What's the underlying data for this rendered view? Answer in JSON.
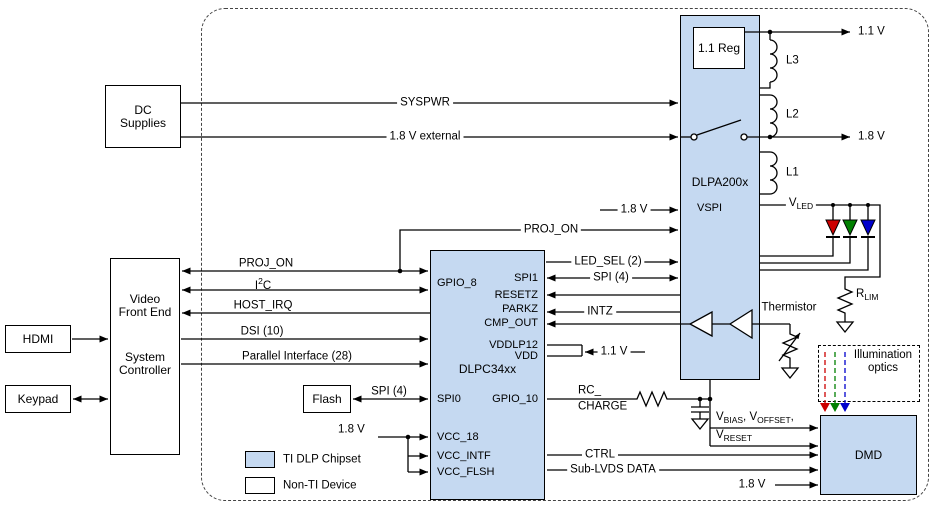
{
  "diagram": {
    "colors": {
      "chipset_fill": "#c5d9f1",
      "led_red": "#cc0000",
      "led_green": "#008000",
      "led_blue": "#0000cc"
    },
    "legend": {
      "ti_chipset": "TI DLP Chipset",
      "non_ti": "Non-TI Device"
    },
    "boxes": {
      "dc_supplies": "DC\nSupplies",
      "hdmi": "HDMI",
      "keypad": "Keypad",
      "vfe_top": "Video\nFront End",
      "vfe_bottom": "System\nController",
      "flash": "Flash",
      "dlpc_title": "DLPC34xx",
      "dlpa_title": "DLPA200x",
      "dlpa_reg": "1.1 Reg",
      "dlpa_vspi": "VSPI",
      "dmd": "DMD",
      "illumination": "Illumination\noptics"
    },
    "dlpc_pins": {
      "gpio_8": "GPIO_8",
      "spi1": "SPI1",
      "resetz": "RESETZ",
      "parkz": "PARKZ",
      "cmp_out": "CMP_OUT",
      "vddlp12": "VDDLP12",
      "vdd": "VDD",
      "spi0": "SPI0",
      "gpio_10": "GPIO_10",
      "vcc_18": "VCC_18",
      "vcc_intf": "VCC_INTF",
      "vcc_flsh": "VCC_FLSH"
    },
    "labels": {
      "syspwr": "SYSPWR",
      "ext_1v8": "1.8 V external",
      "rail_1v1": "1.1 V",
      "rail_1v8": "1.8 V",
      "l1": "L1",
      "l2": "L2",
      "l3": "L3",
      "vspi_1v8": "1.8 V",
      "proj_on_top": "PROJ_ON",
      "proj_on_left": "PROJ_ON",
      "led_sel": "LED_SEL (2)",
      "spi4_right": "SPI (4)",
      "intz": "INTZ",
      "thermistor": "Thermistor",
      "host_irq": "HOST_IRQ",
      "dsi": "DSI (10)",
      "parallel_if": "Parallel Interface (28)",
      "spi4_flash": "SPI (4)",
      "vdd_1v1": "1.1 V",
      "rc_1": "RC_",
      "rc_2": "CHARGE",
      "vcc_1v8": "1.8 V",
      "ctrl": "CTRL",
      "sub_lvds": "Sub-LVDS DATA",
      "dmd_1v8": "1.8 V",
      "vled": {
        "base": "V",
        "sub": "LED"
      },
      "rlim": {
        "base": "R",
        "sub": "LIM"
      },
      "i2c": {
        "base": "I",
        "sup": "2",
        "end": "C"
      },
      "vbias": {
        "b1": "V",
        "s1": "BIAS",
        "m1": ", ",
        "b2": "V",
        "s2": "OFFSET",
        "m2": ","
      },
      "vreset": {
        "base": "V",
        "sub": "RESET"
      }
    }
  }
}
